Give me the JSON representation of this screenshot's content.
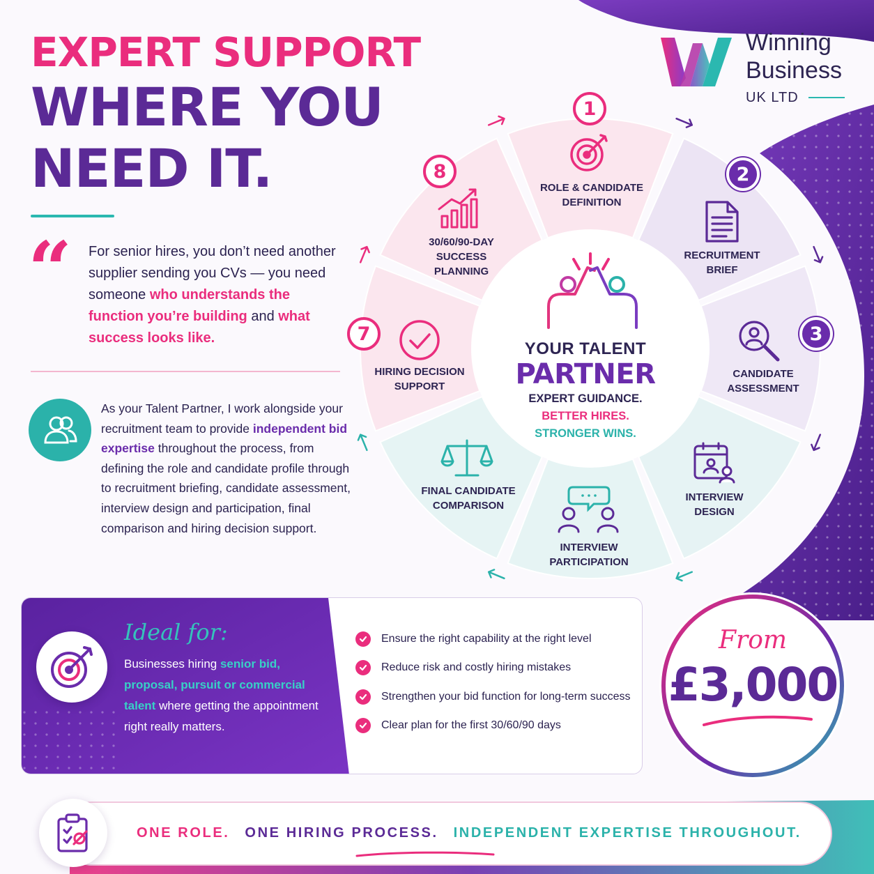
{
  "colors": {
    "pink": "#ea2d7d",
    "purple": "#5b2a96",
    "deep_purple": "#6a2cab",
    "teal": "#2bb2aa",
    "navy": "#2d2452"
  },
  "headline": {
    "line1": "EXPERT SUPPORT",
    "line2": "WHERE YOU",
    "line3": "NEED IT."
  },
  "logo": {
    "name_line1": "Winning",
    "name_line2": "Business",
    "suffix": "UK LTD"
  },
  "quote": {
    "part1": "For senior hires, you don’t need another supplier sending you CVs — you need someone ",
    "highlight1": "who understands the function you’re building",
    "part2": " and ",
    "highlight2": "what success looks like."
  },
  "partner_paragraph": {
    "part1": "As your Talent Partner, I work alongside your recruitment team to provide ",
    "highlight": "independent bid expertise",
    "part2": " throughout the process, from defining the role and candidate profile through to recruitment briefing, candidate assessment, interview design and participation, final comparison and hiring decision support."
  },
  "wheel": {
    "center_title_line1": "YOUR TALENT",
    "center_title_line2": "PARTNER",
    "tag1": "EXPERT GUIDANCE.",
    "tag2": "BETTER HIRES.",
    "tag3": "STRONGER WINS.",
    "steps": [
      {
        "number": "1",
        "line1": "ROLE & CANDIDATE",
        "line2": "DEFINITION",
        "icon": "target-icon"
      },
      {
        "number": "2",
        "line1": "RECRUITMENT",
        "line2": "BRIEF",
        "icon": "document-icon"
      },
      {
        "number": "3",
        "line1": "CANDIDATE",
        "line2": "ASSESSMENT",
        "icon": "search-person-icon"
      },
      {
        "number": "",
        "line1": "INTERVIEW",
        "line2": "DESIGN",
        "icon": "calendar-person-icon"
      },
      {
        "number": "",
        "line1": "INTERVIEW",
        "line2": "PARTICIPATION",
        "icon": "conversation-icon"
      },
      {
        "number": "",
        "line1": "FINAL CANDIDATE",
        "line2": "COMPARISON",
        "icon": "scales-icon"
      },
      {
        "number": "7",
        "line1": "HIRING DECISION",
        "line2": "SUPPORT",
        "icon": "check-circle-icon"
      },
      {
        "number": "8",
        "line1": "30/60/90-DAY",
        "line2": "SUCCESS",
        "line3": "PLANNING",
        "icon": "growth-chart-icon"
      }
    ]
  },
  "ideal": {
    "heading": "Ideal for:",
    "part1": "Businesses hiring ",
    "highlight": "senior bid, proposal, pursuit or commercial talent",
    "part2": " where getting the appointment right really matters.",
    "benefits": [
      "Ensure the right capability at the right level",
      "Reduce risk and costly hiring mistakes",
      "Strengthen your bid function for long-term success",
      "Clear plan for the first 30/60/90 days"
    ]
  },
  "price": {
    "prefix": "From",
    "value": "£3,000"
  },
  "tagline": {
    "part1": "ONE ROLE.",
    "part2": "ONE HIRING PROCESS.",
    "part3": "INDEPENDENT EXPERTISE THROUGHOUT."
  }
}
